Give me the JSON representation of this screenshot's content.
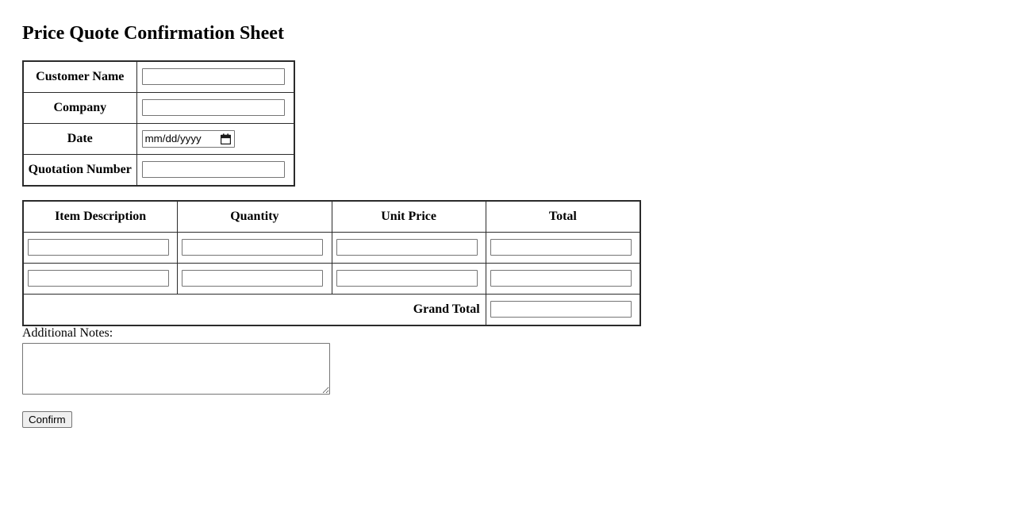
{
  "document": {
    "title": "Price Quote Confirmation Sheet"
  },
  "info_table": {
    "rows": [
      {
        "label": "Customer Name",
        "field_type": "text",
        "value": "",
        "placeholder": ""
      },
      {
        "label": "Company",
        "field_type": "text",
        "value": "",
        "placeholder": ""
      },
      {
        "label": "Date",
        "field_type": "date",
        "value": "",
        "placeholder": "mm/dd/yyyy"
      },
      {
        "label": "Quotation Number",
        "field_type": "text",
        "value": "",
        "placeholder": ""
      }
    ]
  },
  "items_table": {
    "headers": [
      "Item Description",
      "Quantity",
      "Unit Price",
      "Total"
    ],
    "rows": [
      {
        "item_description": "",
        "quantity": "",
        "unit_price": "",
        "total": ""
      },
      {
        "item_description": "",
        "quantity": "",
        "unit_price": "",
        "total": ""
      }
    ],
    "grand_total_label": "Grand Total",
    "grand_total_value": ""
  },
  "notes": {
    "label": "Additional Notes:",
    "value": "",
    "placeholder": ""
  },
  "actions": {
    "confirm_label": "Confirm"
  },
  "icons": {
    "calendar": "calendar-icon"
  },
  "colors": {
    "page_background": "#ffffff",
    "text": "#000000",
    "table_border": "#2b2b2b",
    "input_border": "#767676",
    "button_background": "#efefef"
  }
}
